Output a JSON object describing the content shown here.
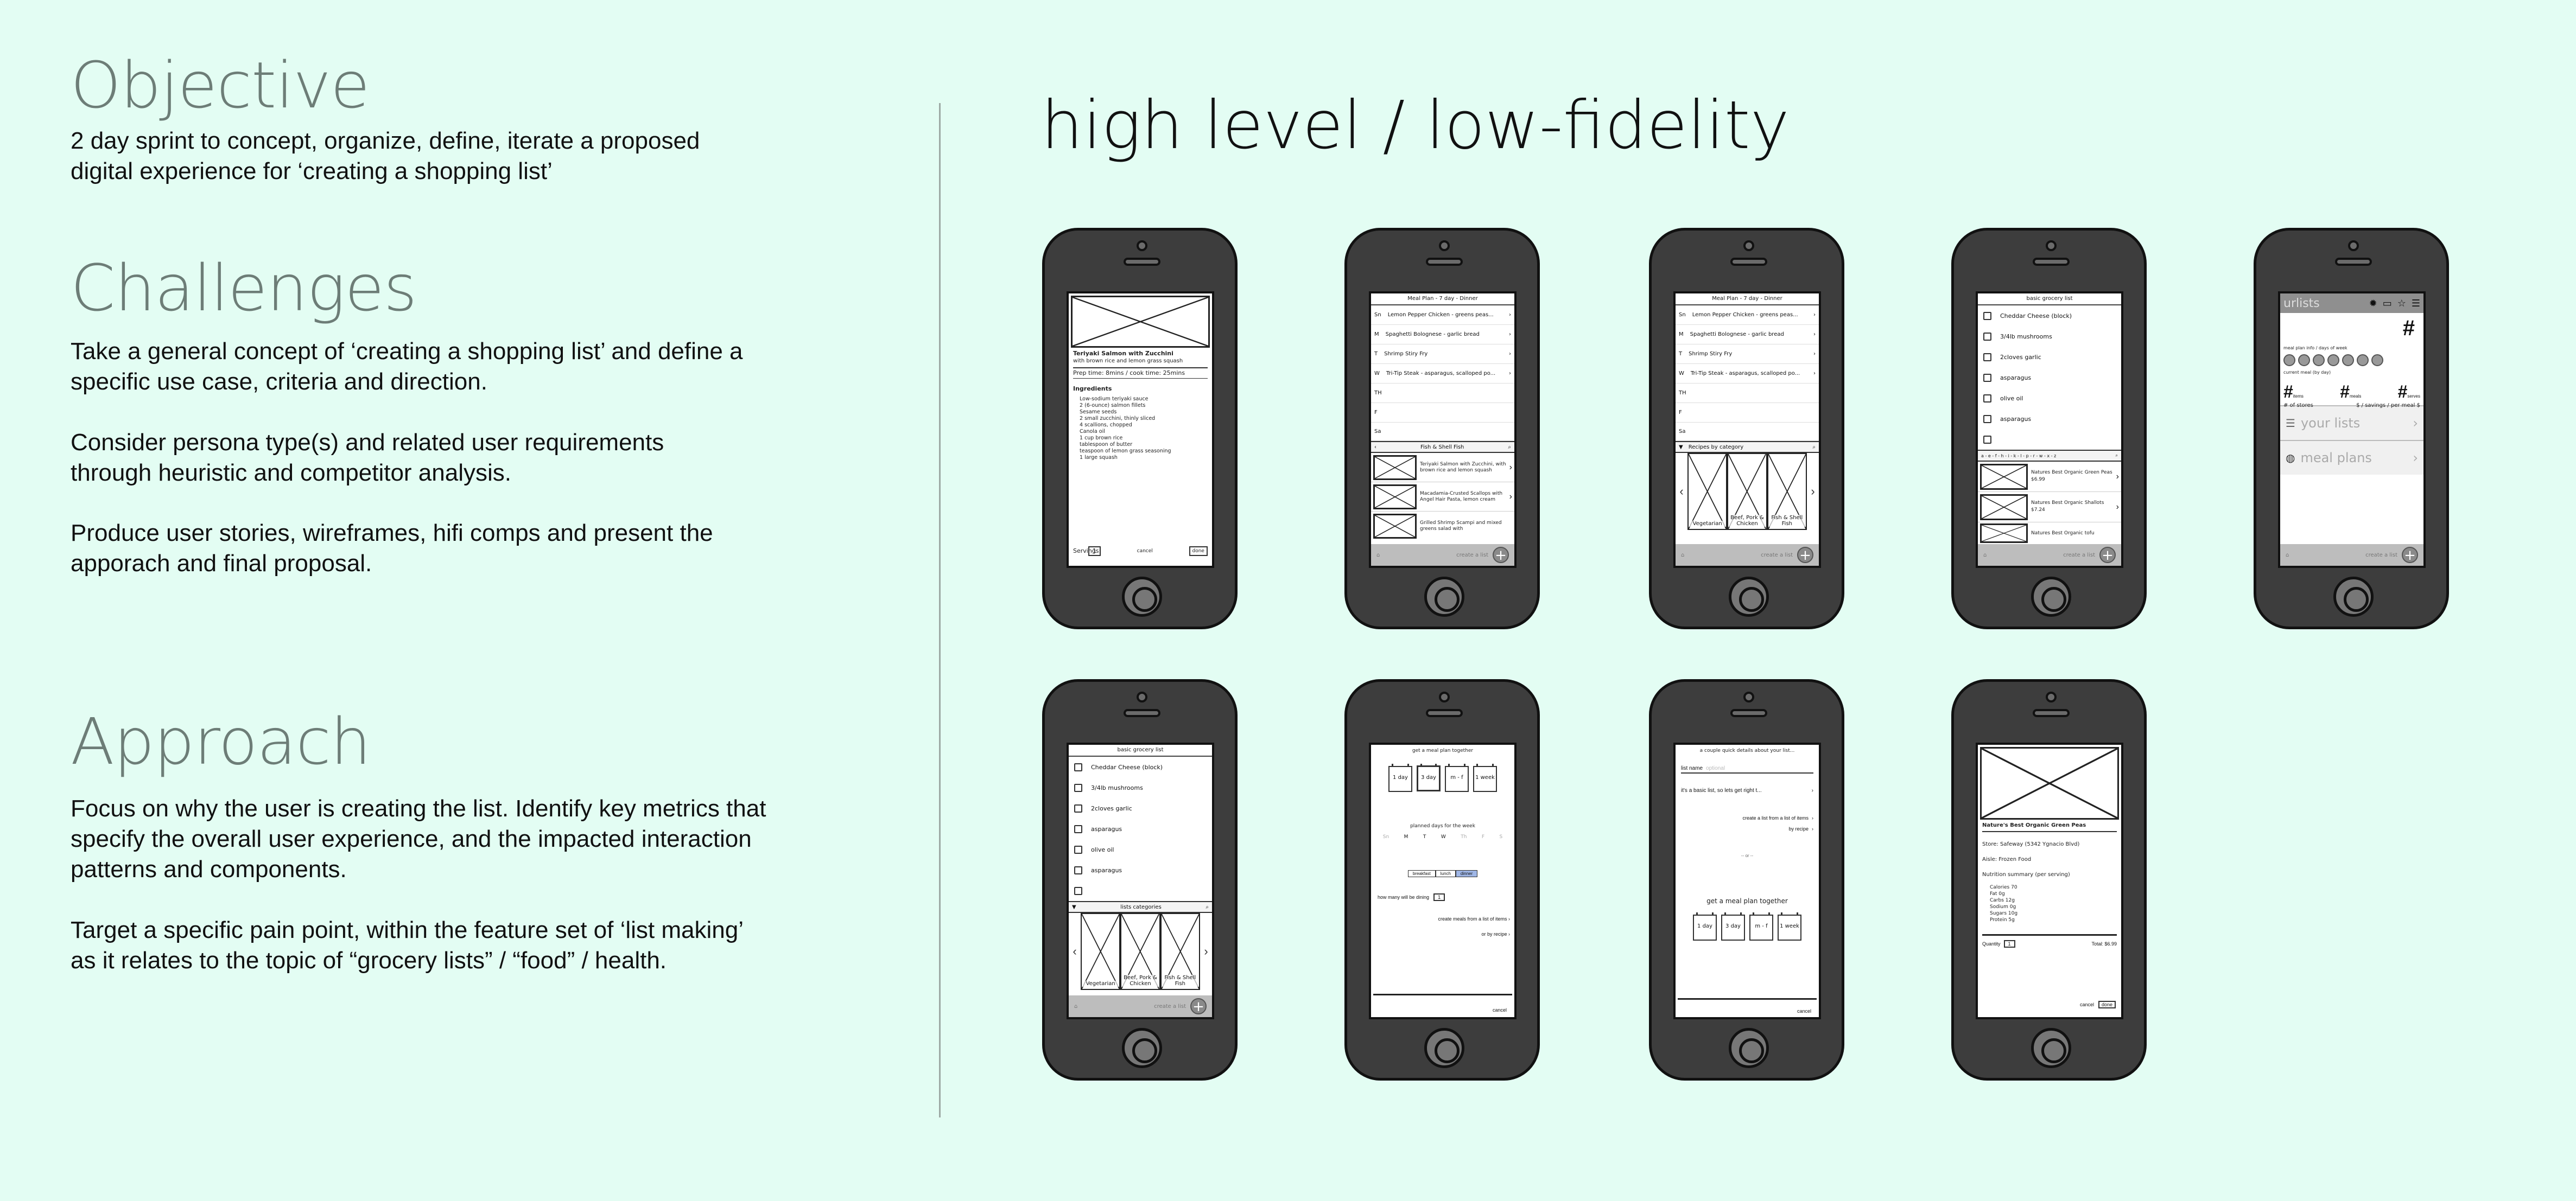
{
  "left": {
    "objective": {
      "title": "Objective",
      "lines": [
        "2 day sprint to concept, organize, define, iterate a proposed",
        "digital experience for ‘creating a shopping list’"
      ]
    },
    "challenges": {
      "title": "Challenges",
      "paragraphs": [
        [
          "Take a general concept of ‘creating a shopping list’ and define a",
          "specific use case, criteria and direction."
        ],
        [
          "Consider persona type(s) and related user requirements",
          "through heuristic and competitor analysis."
        ],
        [
          "Produce user stories, wireframes, hifi comps and present the",
          "apporach and final proposal."
        ]
      ]
    },
    "approach": {
      "title": "Approach",
      "paragraphs": [
        [
          "Focus on why the user is creating the list. Identify key metrics that",
          "specify the overall user experience, and the impacted interaction",
          "patterns and components."
        ],
        [
          "Target a specific pain point, within the feature set of ‘list making’",
          "as it relates to the topic of “grocery lists” / “food” / health."
        ]
      ]
    }
  },
  "right": {
    "title": "high level / low-fidelity"
  },
  "common": {
    "create_list": "create a list",
    "plus": "+",
    "cancel": "cancel",
    "done": "done"
  },
  "screens": {
    "recipe": {
      "title": "Teriyaki Salmon with Zucchini",
      "subtitle": "with brown rice and lemon grass squash",
      "prep": "Prep time: 8mins / cook time: 25mins",
      "ingredients_label": "Ingredients",
      "ingredients": [
        "Low-sodium teriyaki sauce",
        "2 (6-ounce) salmon fillets",
        "Sesame seeds",
        "2 small zucchini, thinly sliced",
        "4 scallions, chopped",
        "Canola oil",
        "1 cup brown rice",
        "tablespoon of butter",
        "teaspoon of lemon grass seasoning",
        "1 large squash"
      ],
      "servings_label": "Servings:",
      "servings_value": "1"
    },
    "mealplan": {
      "header": "Meal Plan - 7 day - Dinner",
      "days": [
        {
          "d": "Sn",
          "meal": "Lemon Pepper Chicken - greens peas..."
        },
        {
          "d": "M",
          "meal": "Spaghetti Bolognese - garlic bread"
        },
        {
          "d": "T",
          "meal": "Shrimp Stiry Fry"
        },
        {
          "d": "W",
          "meal": "Tri-Tip Steak - asparagus, scalloped po..."
        },
        {
          "d": "TH",
          "meal": ""
        },
        {
          "d": "F",
          "meal": ""
        },
        {
          "d": "Sa",
          "meal": ""
        }
      ],
      "fish_bar": "Fish & Shell Fish",
      "recipes": [
        "Teriyaki Salmon with Zucchini, with brown rice and lemon squash",
        "Macadamia-Crusted Scallops with Angel Hair Pasta, lemon cream",
        "Grilled Shrimp Scampi and mixed greens salad with"
      ],
      "cat_bar": "Recipes by category",
      "categories": [
        "Vegetarian",
        "Beef, Pork & Chicken",
        "Fish & Shell Fish"
      ]
    },
    "grocery": {
      "header": "basic grocery list",
      "items": [
        "Cheddar Cheese (block)",
        "3/4lb mushrooms",
        "2cloves garlic",
        "asparagus",
        "olive oil",
        "asparagus",
        ""
      ],
      "alpha": "a - e - f - h - i - k - l - p - r - w - x - z",
      "products": [
        {
          "name": "Natures Best Organic Green Peas",
          "price": "$6.99"
        },
        {
          "name": "Natures Best Organic Shallots",
          "price": "$7.24"
        },
        {
          "name": "Natures Best Organic tofu",
          "price": ""
        }
      ],
      "list_cat_bar": "lists categories"
    },
    "home": {
      "app": "urlists",
      "meal_plan_info": "meal plan info / days of week",
      "current_meal": "current meal (by day)",
      "stats": [
        {
          "label": "items"
        },
        {
          "label": "meals"
        },
        {
          "label": "serves"
        }
      ],
      "stores_label": "# of stores",
      "savings_label": "$ / savings / per meal $",
      "your_lists": "your lists",
      "meal_plans": "meal plans",
      "hash": "#"
    },
    "plan_setup": {
      "header": "get a meal plan together",
      "durations": [
        "1 day",
        "3 day",
        "m - f",
        "1 week"
      ],
      "planned_label": "planned days for the week",
      "week": [
        "Sn",
        "M",
        "T",
        "W",
        "Th",
        "F",
        "S"
      ],
      "meal_times": [
        "breakfast",
        "lunch",
        "dinner"
      ],
      "dining_label": "how many will be dining",
      "dining_value": "1",
      "create_from": "create meals from a list of items",
      "by_recipe": "or by recipe"
    },
    "quick": {
      "header": "a couple quick details about your list...",
      "list_name_label": "list name",
      "list_name_placeholder": "optional",
      "basic": "it's a basic list, so lets get right t...",
      "create_from": "create a list from a list of items",
      "by_recipe": "by recipe",
      "or_label": "-- or --",
      "plan_label": "get a meal plan together",
      "durations": [
        "1 day",
        "3 day",
        "m - f",
        "1 week"
      ]
    },
    "product": {
      "title": "Nature's Best Organic Green Peas",
      "store": "Store: Safeway (5342 Ygnacio Blvd)",
      "aisle": "Aisle: Frozen Food",
      "nutrition_label": "Nutrition summary (per serving)",
      "nutrition": [
        "Calories 70",
        "Fat 0g",
        "Carbs 12g",
        "Sodium 0g",
        "Sugars 10g",
        "Protein 5g"
      ],
      "qty_label": "Quantity",
      "qty_value": "1",
      "total": "Total: $6.99"
    }
  }
}
